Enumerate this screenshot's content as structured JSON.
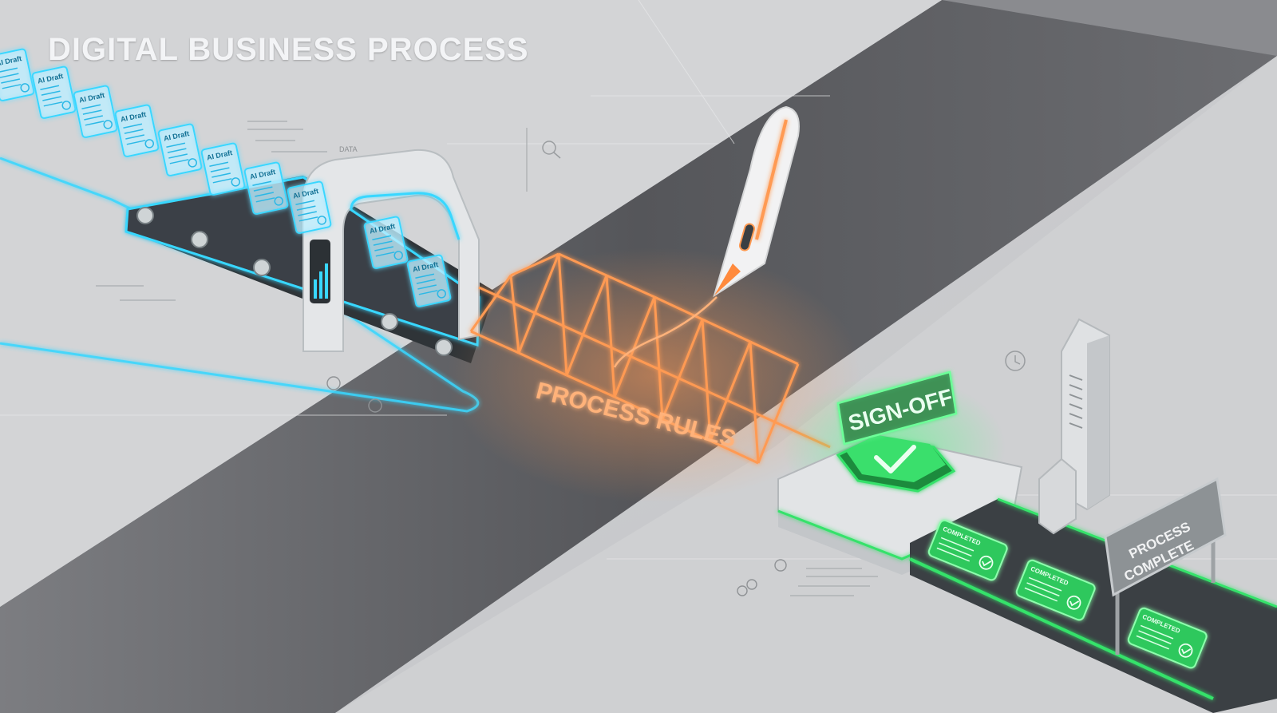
{
  "title": "DIGITAL BUSINESS PROCESS",
  "labels": {
    "draft_card": "AI Draft",
    "data_label": "DATA",
    "bridge": "PROCESS RULES",
    "signoff": "SIGN-OFF",
    "completed_card": "COMPLETED",
    "complete_sign_line1": "PROCESS",
    "complete_sign_line2": "COMPLETE"
  },
  "colors": {
    "cyan_glow": "#39d7ff",
    "orange_glow": "#ff8a3d",
    "green_glow": "#34e26a",
    "floor": "#c9cacc",
    "chasm": "#5e5f63"
  },
  "icons": [
    "pen-icon",
    "checkmark-icon",
    "search-icon",
    "clock-icon",
    "document-icon",
    "building-icon"
  ]
}
